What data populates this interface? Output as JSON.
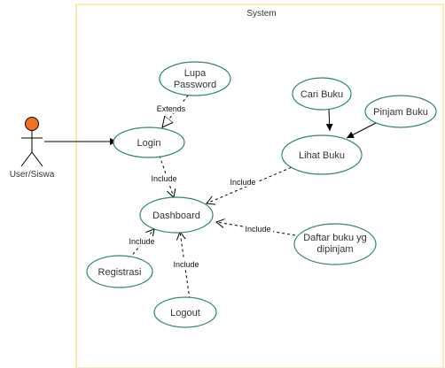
{
  "system": {
    "title": "System"
  },
  "actor": {
    "label": "User/Siswa"
  },
  "usecases": {
    "lupa_password": [
      "Lupa",
      "Password"
    ],
    "login": "Login",
    "cari_buku": "Cari Buku",
    "pinjam_buku": "Pinjam Buku",
    "lihat_buku": "Lihat Buku",
    "dashboard": "Dashboard",
    "registrasi": "Registrasi",
    "logout": "Logout",
    "daftar_buku": [
      "Daftar buku yg",
      "dipinjam"
    ]
  },
  "relations": {
    "extends": "Extends",
    "include_login": "Include",
    "include_lihat": "Include",
    "include_daftar": "Include",
    "include_registrasi": "Include",
    "include_logout": "Include"
  },
  "colors": {
    "system_border": "#ffd966",
    "usecase_border": "#2e8b57",
    "actor_head": "#f2711c"
  }
}
